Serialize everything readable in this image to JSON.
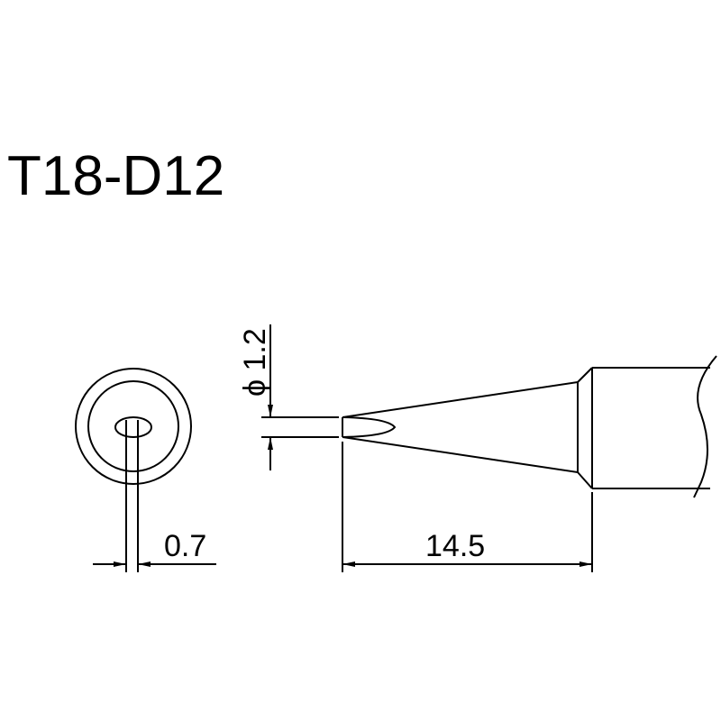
{
  "drawing": {
    "title": "T18-D12",
    "dimensions": {
      "tip_width": "0.7",
      "tip_diameter_symbol": "ϕ",
      "tip_diameter": "1.2",
      "tip_diameter_label": "ϕ 1.2",
      "taper_length": "14.5"
    },
    "views": [
      "end-view",
      "side-view"
    ],
    "colors": {
      "line": "#000000",
      "background": "#ffffff"
    }
  }
}
